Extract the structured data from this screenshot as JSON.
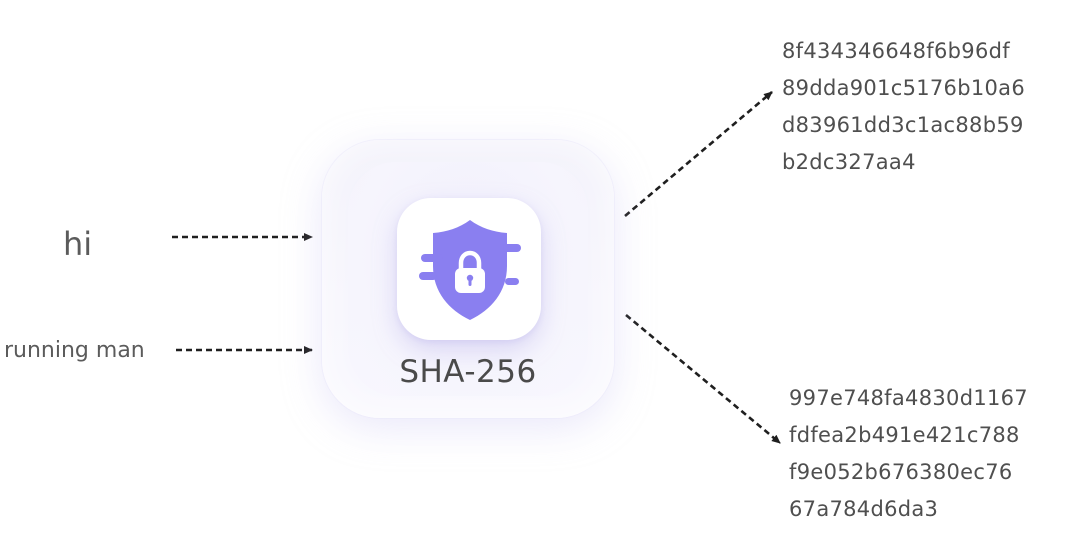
{
  "inputs": {
    "first": "hi",
    "second": "running man"
  },
  "card": {
    "title": "SHA-256",
    "icon": "shield-lock-icon",
    "icon_color": "#8a7ff0"
  },
  "outputs": {
    "first": [
      "8f434346648f6b96df",
      "89dda901c5176b10a6",
      "d83961dd3c1ac88b59",
      "b2dc327aa4"
    ],
    "second": [
      "997e748fa4830d1167",
      "fdfea2b491e421c788",
      "f9e052b676380ec76",
      "67a784d6da3"
    ]
  },
  "colors": {
    "arrow": "#1f1f1f",
    "text": "#555555",
    "card_bg": "#f4f3fc"
  }
}
